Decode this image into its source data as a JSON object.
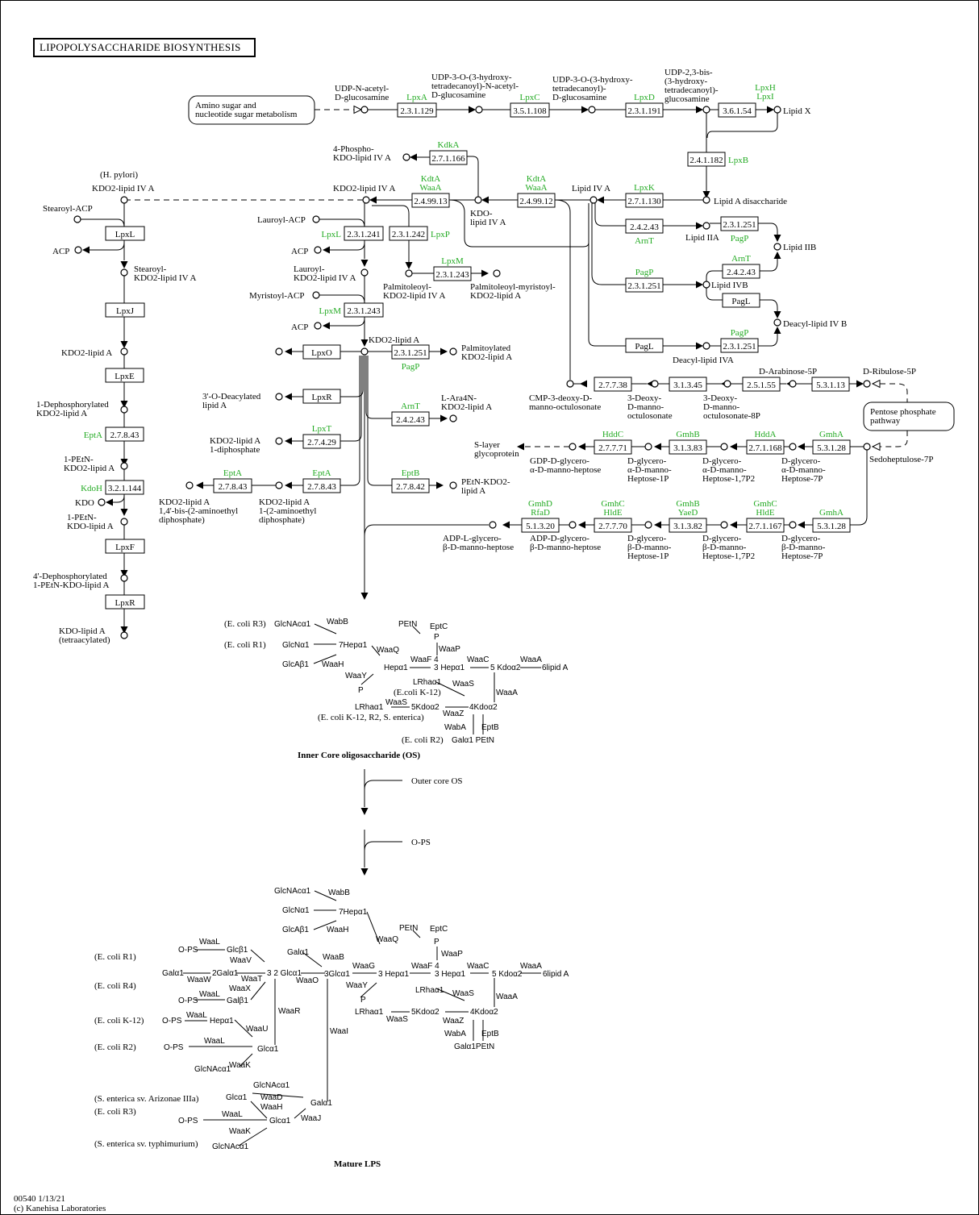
{
  "title": "LIPOPOLYSACCHARIDE BIOSYNTHESIS",
  "footer": {
    "map_id": "00540 1/13/21",
    "copyright": "(c) Kanehisa Laboratories"
  },
  "maps": [
    {
      "id": "amino",
      "lines": [
        "Amino sugar and",
        "nucleotide sugar metabolism"
      ]
    },
    {
      "id": "pentose",
      "lines": [
        "Pentose phosphate",
        "pathway"
      ]
    }
  ],
  "enzymes": {
    "e1": {
      "ec": "2.3.1.129",
      "gene": "LpxA"
    },
    "e2": {
      "ec": "3.5.1.108",
      "gene": "LpxC"
    },
    "e3": {
      "ec": "2.3.1.191",
      "gene": "LpxD"
    },
    "e4": {
      "ec": "3.6.1.54",
      "gene": "LpxH LpxI"
    },
    "e5": {
      "ec": "2.4.1.182",
      "gene": "LpxB"
    },
    "e6": {
      "ec": "2.7.1.130",
      "gene": "LpxK"
    },
    "e7": {
      "ec": "2.4.99.12",
      "gene": "KdtA WaaA"
    },
    "e8": {
      "ec": "2.4.99.13",
      "gene": "KdtA WaaA"
    },
    "e9": {
      "ec": "2.7.1.166",
      "gene": "KdkA"
    },
    "e10": {
      "ec": "2.3.1.241",
      "gene": "LpxL"
    },
    "e11": {
      "ec": "2.3.1.242",
      "gene": "LpxP"
    },
    "e12": {
      "ec": "2.3.1.243",
      "gene": "LpxM"
    },
    "e13": {
      "ec": "2.3.1.243",
      "gene": "LpxM"
    },
    "e14": {
      "ec": "2.3.1.251",
      "gene": "PagP"
    },
    "e15": {
      "ec": "2.4.2.43",
      "gene": "ArnT"
    },
    "e16": {
      "ec": "2.7.4.29",
      "gene": "LpxT"
    },
    "e17": {
      "ec": "2.7.8.43",
      "gene": "EptA"
    },
    "e18": {
      "ec": "2.7.8.43",
      "gene": "EptA"
    },
    "e19": {
      "ec": "2.7.8.42",
      "gene": "EptB"
    },
    "e20": {
      "ec": "2.4.2.43",
      "gene": "ArnT"
    },
    "e21": {
      "ec": "2.3.1.251",
      "gene": "PagP"
    },
    "e22": {
      "ec": "2.3.1.251",
      "gene": "PagP"
    },
    "e23": {
      "ec": "2.4.2.43",
      "gene": "ArnT"
    },
    "e24": {
      "ec": "2.3.1.251",
      "gene": "PagP"
    },
    "e25": {
      "ec": "2.7.7.38",
      "gene": ""
    },
    "e26": {
      "ec": "3.1.3.45",
      "gene": ""
    },
    "e27": {
      "ec": "2.5.1.55",
      "gene": ""
    },
    "e28": {
      "ec": "5.3.1.13",
      "gene": ""
    },
    "e29": {
      "ec": "2.7.7.71",
      "gene": "HddC"
    },
    "e30": {
      "ec": "3.1.3.83",
      "gene": "GmhB"
    },
    "e31": {
      "ec": "2.7.1.168",
      "gene": "HddA"
    },
    "e32": {
      "ec": "5.3.1.28",
      "gene": "GmhA"
    },
    "e33": {
      "ec": "5.1.3.20",
      "gene": "GmhD RfaD"
    },
    "e34": {
      "ec": "2.7.7.70",
      "gene": "GmhC HldE"
    },
    "e35": {
      "ec": "3.1.3.82",
      "gene": "GmhB YaeD"
    },
    "e36": {
      "ec": "2.7.1.167",
      "gene": "GmhC HldE"
    },
    "e37": {
      "ec": "5.3.1.28",
      "gene": "GmhA"
    },
    "e38": {
      "ec": "2.7.8.43",
      "gene": "EptA"
    },
    "e39": {
      "ec": "3.2.1.144",
      "gene": "KdoH"
    }
  },
  "gene_boxes": {
    "lpxL": "LpxL",
    "lpxJ": "LpxJ",
    "lpxE": "LpxE",
    "lpxF": "LpxF",
    "lpxR2": "LpxR",
    "lpxO": "LpxO",
    "lpxR": "LpxR",
    "pagL1": "PagL",
    "pagL2": "PagL"
  },
  "compounds": {
    "c_udpglcnac": "UDP-N-acetyl-|D-glucosamine",
    "c_udp3o": "UDP-3-O-(3-hydroxy-|tetradecanoyl)-N-acetyl-|D-glucosamine",
    "c_udp3oglc": "UDP-3-O-(3-hydroxy-|tetradecanoyl)-|D-glucosamine",
    "c_udp23": "UDP-2,3-bis-|(3-hydroxy-|tetradecanoyl)-|glucosamine",
    "c_lipidx": "Lipid X",
    "c_lipidadis": "Lipid A disaccharide",
    "c_lipidiva": "Lipid IV A",
    "c_kdolipid": "KDO-|lipid IV A",
    "c_kdo2lipid": "KDO2-lipid IV A",
    "c_phospho": "4-Phospho-|KDO-lipid IV A",
    "c_hpylori": "(H. pylori)",
    "c_hpkdo2": "KDO2-lipid IV A",
    "c_stearoylacp": "Stearoyl-ACP",
    "c_acp1": "ACP",
    "c_stearoylkdo": "Stearoyl-|KDO2-lipid IV A",
    "c_kdo2lipidA_l": "KDO2-lipid A",
    "c_1deph": "1-Dephosphorylated|KDO2-lipid A",
    "c_1petn": "1-PEtN-|KDO2-lipid A",
    "c_kdo": "KDO",
    "c_1petnkdo": "1-PEtN-|KDO-lipid A",
    "c_4deph": "4'-Dephosphorylated|1-PEtN-KDO-lipid A",
    "c_kdolipidA": "KDO-lipid A|(tetraacylated)",
    "c_lauroylacp": "Lauroyl-ACP",
    "c_acp2": "ACP",
    "c_lauroylkdo": "Lauroyl-|KDO2-lipid IV A",
    "c_myristoylacp": "Myristoyl-ACP",
    "c_acp3": "ACP",
    "c_palmitoleoyl": "Palmitoleoyl-|KDO2-lipid IV A",
    "c_palmmyr": "Palmitoleoyl-myristoyl-|KDO2-lipid A",
    "c_kdo2lipidA": "KDO2-lipid A",
    "c_palmitoylated": "Palmitoylated|KDO2-lipid A",
    "c_3odeacyl": "3'-O-Deacylated|lipid A",
    "c_ara4n": "L-Ara4N-|KDO2-lipid A",
    "c_diphos": "KDO2-lipid A|1-diphosphate",
    "c_bis": "KDO2-lipid A|1,4'-bis-(2-aminoethyl|diphosphate)",
    "c_mono": "KDO2-lipid A|1-(2-aminoethyl|diphosphate)",
    "c_petnkdo2": "PEtN-KDO2-|lipid A",
    "c_lipid2a": "Lipid IIA",
    "c_lipid2b": "Lipid IIB",
    "c_lipid4b": "Lipid IVB",
    "c_deacyl4b": "Deacyl-lipid IV B",
    "c_deacyl4a": "Deacyl-lipid IVA",
    "c_cmpkdo": "CMP-3-deoxy-D-|manno-octulosonate",
    "c_3deoxy": "3-Deoxy-|D-manno-|octulosonate",
    "c_3deoxy8p": "3-Deoxy-|D-manno-|octulosonate-8P",
    "c_darab": "D-Arabinose-5P",
    "c_dribu": "D-Ribulose-5P",
    "c_sedo": "Sedoheptulose-7P",
    "c_slayer": "S-layer|glycoprotein",
    "c_gdp": "GDP-D-glycero-|α-D-manno-heptose",
    "c_a1p": "D-glycero-|α-D-manno-|Heptose-1P",
    "c_a17": "D-glycero-|α-D-manno-|Heptose-1,7P2",
    "c_a7p": "D-glycero-|α-D-manno-|Heptose-7P",
    "c_adpl": "ADP-L-glycero-|β-D-manno-heptose",
    "c_adpd": "ADP-D-glycero-|β-D-manno-heptose",
    "c_b1p": "D-glycero-|β-D-manno-|Heptose-1P",
    "c_b17": "D-glycero-|β-D-manno-|Heptose-1,7P2",
    "c_b7p": "D-glycero-|β-D-manno-|Heptose-7P"
  },
  "inner_core": {
    "caption": "Inner Core oligosaccharide (OS)",
    "labels": {
      "i1": "(E. coli R3)",
      "i2": "(E. coli R1)",
      "i3": "GlcNAcα1",
      "i4": "WabB",
      "i5": "GlcNα1",
      "i6": "7Hepα1",
      "i7": "GlcAβ1",
      "i8": "WaaH",
      "i9": "WaaQ",
      "i10": "PEtN",
      "i11": "EptC",
      "i12": "P",
      "i13": "WaaP",
      "i14": "WaaF 4",
      "i15": "Hepα1",
      "i16": "3 Hepα1",
      "i17": "WaaC",
      "i18": "5 Kdoα2",
      "i19": "WaaA",
      "i20": "6lipid A",
      "i21": "WaaY",
      "i22": "P",
      "i23": "LRhaα1",
      "i24": "WaaS",
      "i25": "(E.coli K-12)",
      "i26": "LRhaα1",
      "i27": "WaaS",
      "i28": "5Kdoα2",
      "i29": "WaaZ",
      "i30": "4Kdoα2",
      "i31": "WaaA",
      "i32": "(E. coli K-12, R2, S. enterica)",
      "i33": "WabA",
      "i34": "EptB",
      "i35": "(E. coli R2)",
      "i36": "Galα1 PEtN"
    }
  },
  "outer_steps": {
    "outer_core": "Outer core OS",
    "ops": "O-PS"
  },
  "mature": {
    "caption": "Mature LPS",
    "labels": {
      "m1": "GlcNAcα1",
      "m2": "WabB",
      "m3": "GlcNα1",
      "m4": "7Hepα1",
      "m5": "GlcAβ1",
      "m6": "WaaH",
      "m7": "(E. coli R1)",
      "m8": "O-PS",
      "m9": "WaaL",
      "m10": "Glcβ1",
      "m11": "WaaV",
      "m12": "Galα1",
      "m13": "2Galα1",
      "m14": "WaaW",
      "m15": "WaaT",
      "m16": "3 2 Glcα1",
      "m17": "WaaO",
      "m18": "(E. coli R4)",
      "m19": "O-PS",
      "m20": "WaaL",
      "m21": "WaaX",
      "m22": "Galβ1",
      "m23": "Galα1",
      "m24": "WaaB",
      "m25": "3Glcα1",
      "m26": "WaaG",
      "m27": "3 Hepα1",
      "m28": "WaaY",
      "m29": "P",
      "m30": "WaaQ",
      "m31": "PEtN",
      "m32": "EptC",
      "m33": "P",
      "m34": "WaaP",
      "m35": "WaaF 4",
      "m36": "3 Hepα1",
      "m37": "WaaC",
      "m38": "5 Kdoα2",
      "m39": "WaaA",
      "m40": "6lipid A",
      "m41": "LRhaα1",
      "m42": "WaaS",
      "m43": "WaaA",
      "m44": "LRhaα1",
      "m45": "WaaS",
      "m46": "5Kdoα2",
      "m47": "WaaZ",
      "m48": "4Kdoα2",
      "m49": "WabA",
      "m50": "EptB",
      "m51": "Galα1PEtN",
      "m52": "(E. coli K-12)",
      "m53": "O-PS",
      "m54": "WaaL",
      "m55": "Hepα1",
      "m56": "WaaU",
      "m57": "WaaR",
      "m58": "(E. coli R2)",
      "m59": "O-PS",
      "m60": "WaaL",
      "m61": "Glcα1",
      "m62": "WaaK",
      "m63": "GlcNAcα1",
      "m64": "WaaI",
      "m65": "GlcNAcα1",
      "m66": "(S. enterica sv. Arizonae IIIa)",
      "m67": "Glcα1",
      "m68": "WaaD",
      "m69": "WaaH",
      "m70": "(E. coli R3)",
      "m71": "O-PS",
      "m72": "WaaL",
      "m73": "Glcα1",
      "m74": "Galα1",
      "m75": "WaaJ",
      "m76": "WaaK",
      "m77": "(S. enterica sv. typhimurium)",
      "m78": "GlcNAcα1"
    }
  },
  "colors": {
    "gene": "#22aa22",
    "line": "#000000",
    "background": "#ffffff"
  }
}
